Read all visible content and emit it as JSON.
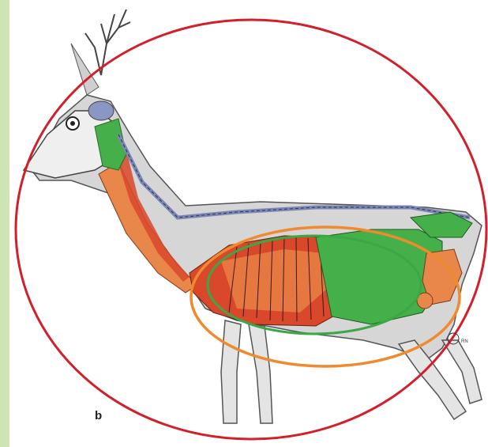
{
  "figure": {
    "panel_label": "b",
    "stamp_text": "RN"
  },
  "colors": {
    "side_band": "#cfe3b4",
    "outer_ring": "#d21f2a",
    "middle_ring": "#ef8a2e",
    "inner_ring": "#3aa845",
    "muscle_red": "#d9482a",
    "muscle_orange": "#e9874a",
    "organ_green": "#45b04a",
    "brain_blue": "#8a96c4",
    "bone_gray": "#c9c9c9"
  },
  "highlight_rings": [
    {
      "name": "outer",
      "color": "red"
    },
    {
      "name": "middle",
      "color": "orange"
    },
    {
      "name": "inner",
      "color": "green"
    }
  ]
}
